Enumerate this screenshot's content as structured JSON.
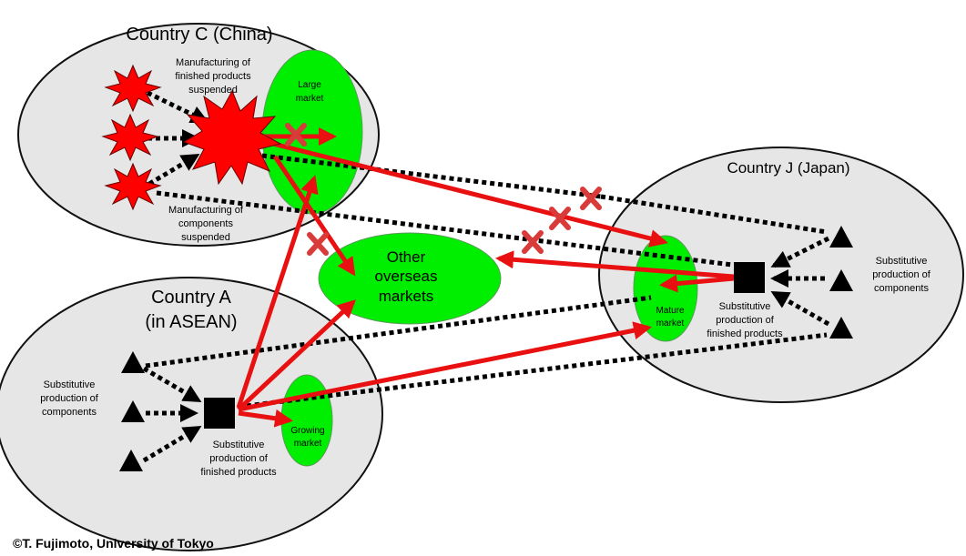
{
  "countries": {
    "china": {
      "label": "Country C (China)"
    },
    "japan": {
      "label": "Country J (Japan)"
    },
    "asean": {
      "label_line1": "Country A",
      "label_line2": "(in ASEAN)"
    }
  },
  "markets": {
    "large": {
      "line1": "Large",
      "line2": "market"
    },
    "other": {
      "line1": "Other",
      "line2": "overseas",
      "line3": "markets"
    },
    "mature": {
      "line1": "Mature",
      "line2": "market"
    },
    "growing": {
      "line1": "Growing",
      "line2": "market"
    }
  },
  "labels": {
    "china_finished": {
      "line1": "Manufacturing of",
      "line2": "finished products",
      "line3": "suspended"
    },
    "china_components": {
      "line1": "Manufacturing of",
      "line2": "components",
      "line3": "suspended"
    },
    "japan_components": {
      "line1": "Substitutive",
      "line2": "production of",
      "line3": "components"
    },
    "japan_finished": {
      "line1": "Substitutive",
      "line2": "production of",
      "line3": "finished products"
    },
    "asean_components": {
      "line1": "Substitutive",
      "line2": "production of",
      "line3": "components"
    },
    "asean_finished": {
      "line1": "Substitutive",
      "line2": "production of",
      "line3": "finished products"
    }
  },
  "copyright": "©T. Fujimoto, University of Tokyo",
  "colors": {
    "country_fill": "#e6e6e6",
    "market_fill": "#00ee00",
    "flow_arrow": "#e81010",
    "blocked_mark": "#d93a3a",
    "disaster": "#ff0000"
  }
}
